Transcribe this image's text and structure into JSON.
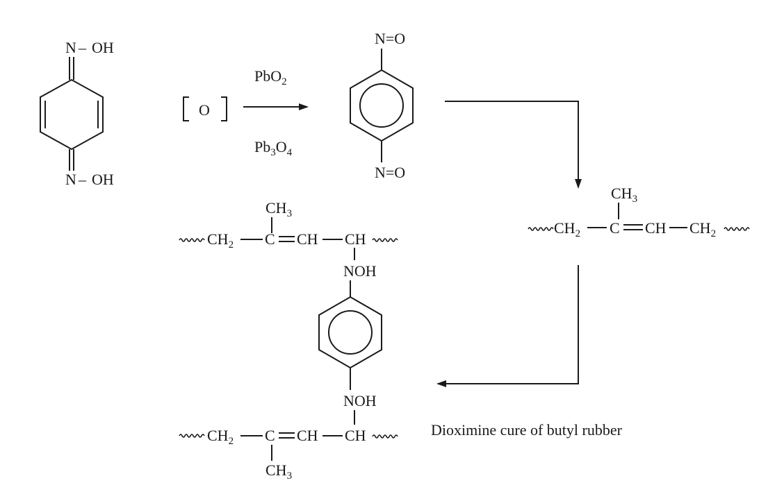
{
  "dioxime": {
    "top": {
      "n": "N",
      "dash": "–",
      "oh": "OH"
    },
    "bottom": {
      "n": "N",
      "dash": "–",
      "oh": "OH"
    }
  },
  "oxidant": {
    "label": "O"
  },
  "reagents": {
    "pbo2": {
      "base": "PbO",
      "sub": "2"
    },
    "pb3o4": {
      "pb": "Pb",
      "sub1": "3",
      "o": "O",
      "sub2": "4"
    }
  },
  "dinitroso": {
    "top": "N=O",
    "bottom": "N=O"
  },
  "butyl_chain": {
    "ch3": "CH",
    "ch3_sub": "3",
    "ch2a": "CH",
    "ch2a_sub": "2",
    "c": "C",
    "eq": "=",
    "ch": "CH",
    "ch2b": "CH",
    "ch2b_sub": "2"
  },
  "product": {
    "upper": {
      "ch3": "CH",
      "ch3_sub": "3",
      "ch2": "CH",
      "ch2_sub": "2",
      "c": "C",
      "eq": "=",
      "ch1": "CH",
      "ch2x": "CH"
    },
    "noh_upper": "NOH",
    "noh_lower": "NOH",
    "lower": {
      "ch2": "CH",
      "ch2_sub": "2",
      "c": "C",
      "eq": "=",
      "ch1": "CH",
      "ch2x": "CH",
      "ch3": "CH",
      "ch3_sub": "3"
    }
  },
  "caption": "Dioximine cure of butyl rubber"
}
